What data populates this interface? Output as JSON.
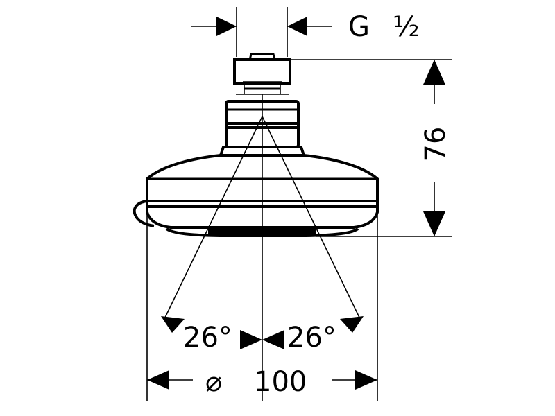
{
  "dimensions": {
    "thread_letter": "G",
    "thread_size": "½",
    "height": "76",
    "angle_left": "26°",
    "angle_right": "26°",
    "diameter_symbol": "⌀",
    "diameter_value": "100"
  }
}
